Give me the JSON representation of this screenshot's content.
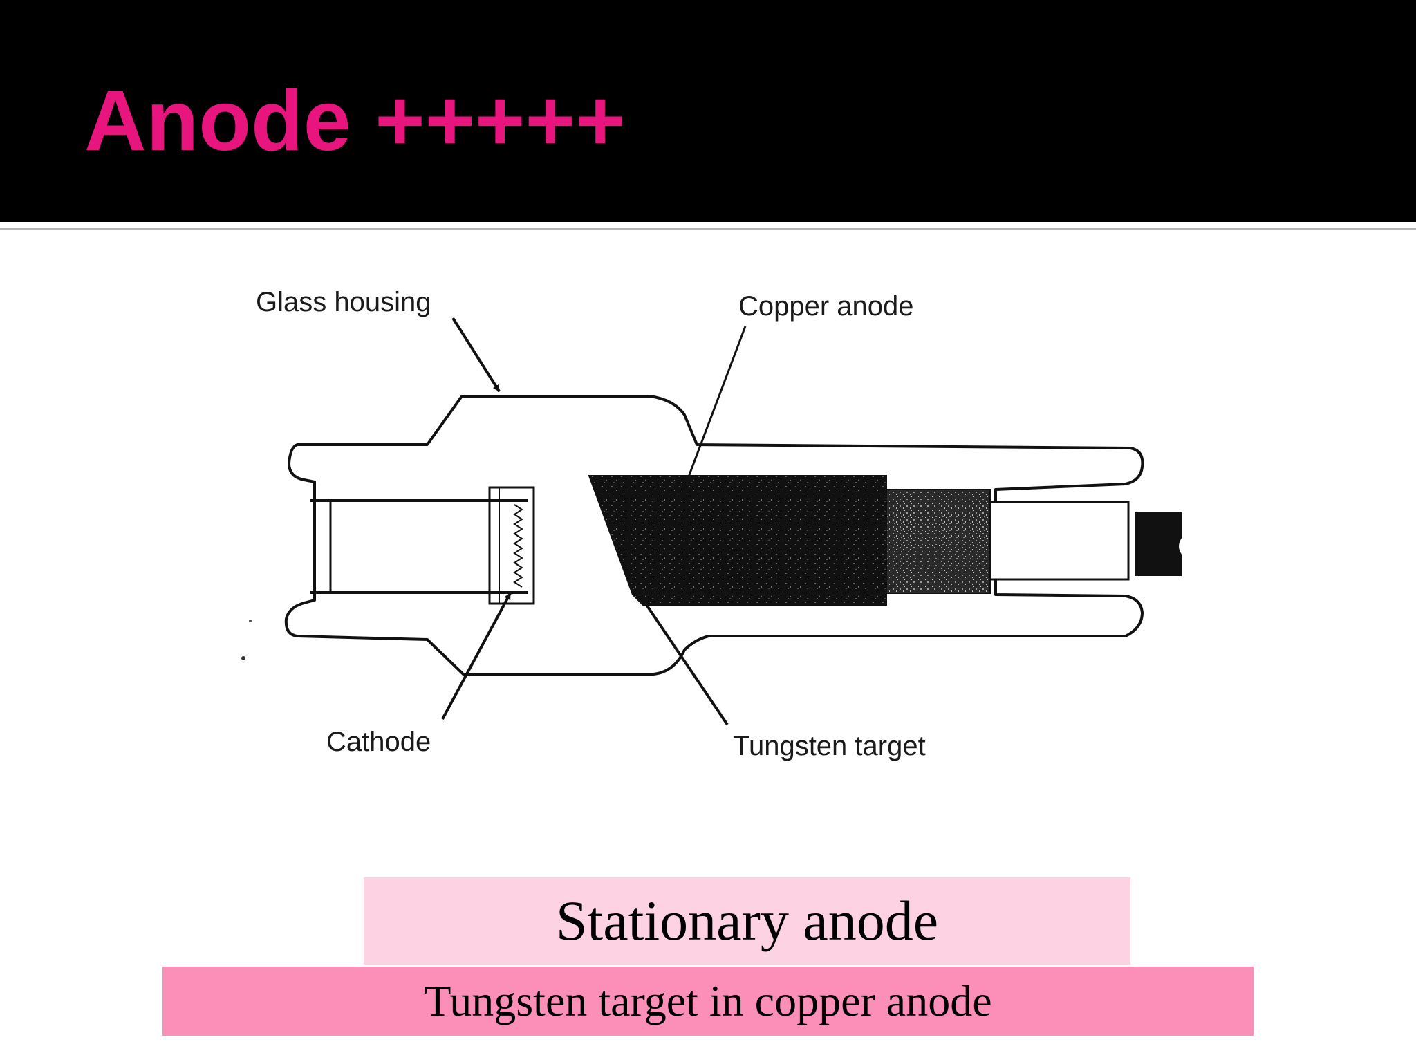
{
  "slide": {
    "title": "Anode +++++",
    "title_color": "#e8157f",
    "header_color": "#000000"
  },
  "diagram": {
    "labels": {
      "glass_housing": "Glass housing",
      "copper_anode": "Copper anode",
      "cathode": "Cathode",
      "tungsten_target": "Tungsten target"
    }
  },
  "captions": {
    "primary": "Stationary anode",
    "secondary": "Tungsten target in copper anode",
    "primary_bg": "#fdd3e4",
    "secondary_bg": "#fb8fb8"
  }
}
